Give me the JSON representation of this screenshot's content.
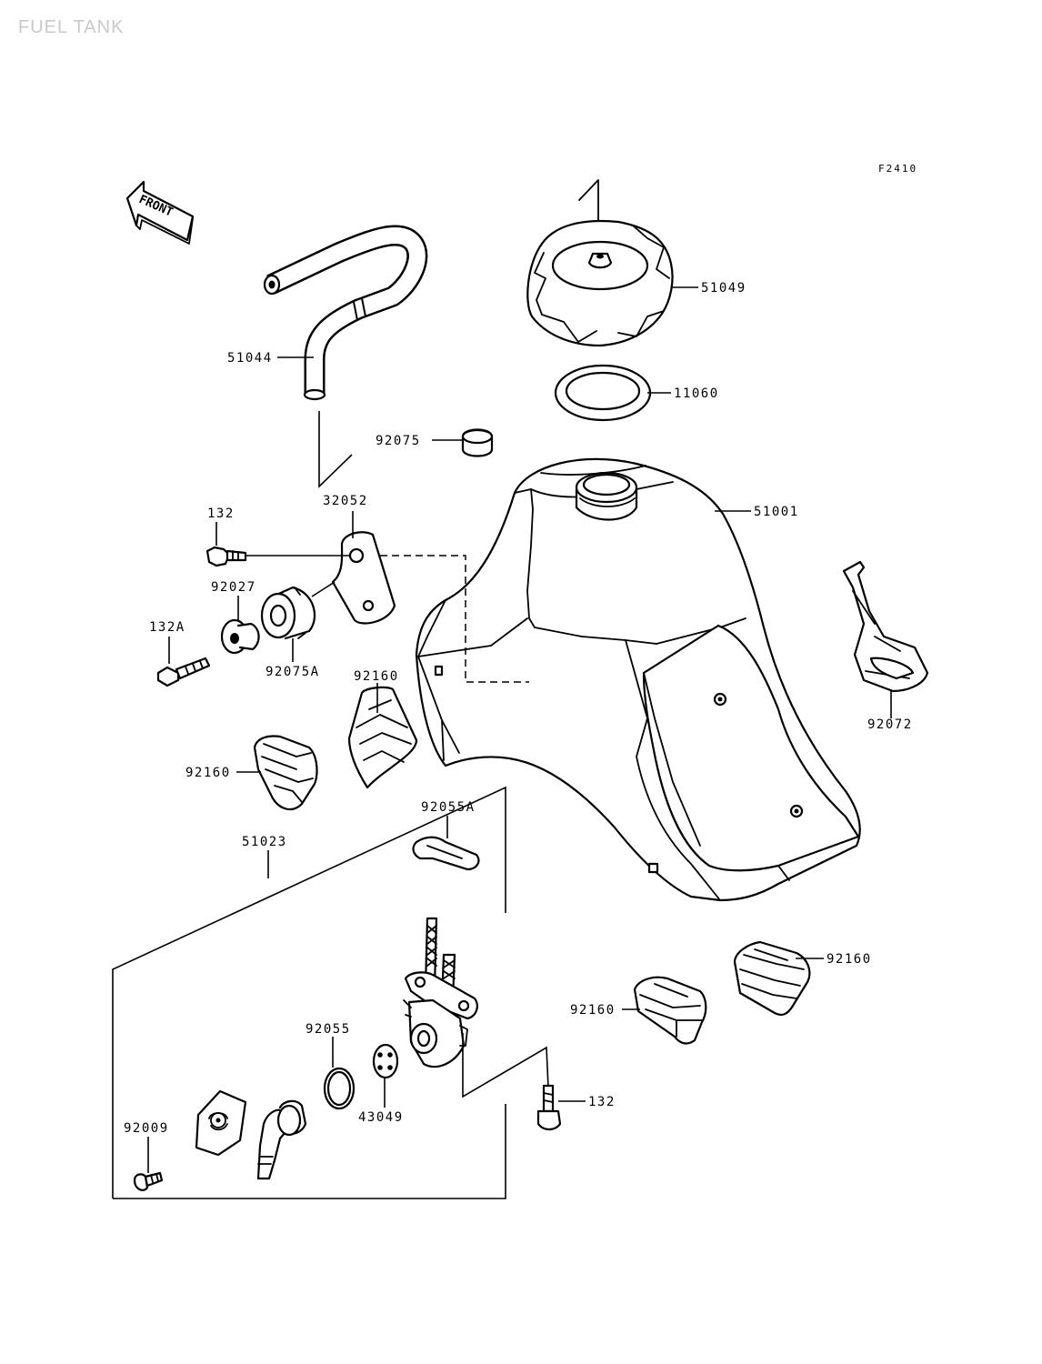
{
  "header": {
    "title": "FUEL TANK",
    "figure_code": "F2410"
  },
  "front_indicator": {
    "label": "FRONT"
  },
  "callouts": {
    "fuel_cap": "51049",
    "cap_gasket": "11060",
    "breather_hose": "51044",
    "plug_cap": "92075",
    "fuel_tank": "51001",
    "bracket": "32052",
    "bolt_top": "132",
    "collar": "92027",
    "bolt_a": "132A",
    "damper_grommet": "92075A",
    "pad_upper_mid": "92160",
    "strap_band": "92072",
    "pad_left": "92160",
    "cock_assy": "51023",
    "cock_gasket": "92055A",
    "pad_right_upper": "92160",
    "pad_right_lower": "92160",
    "o_ring": "92055",
    "packing": "43049",
    "bolt_bottom": "132",
    "screw": "92009"
  }
}
